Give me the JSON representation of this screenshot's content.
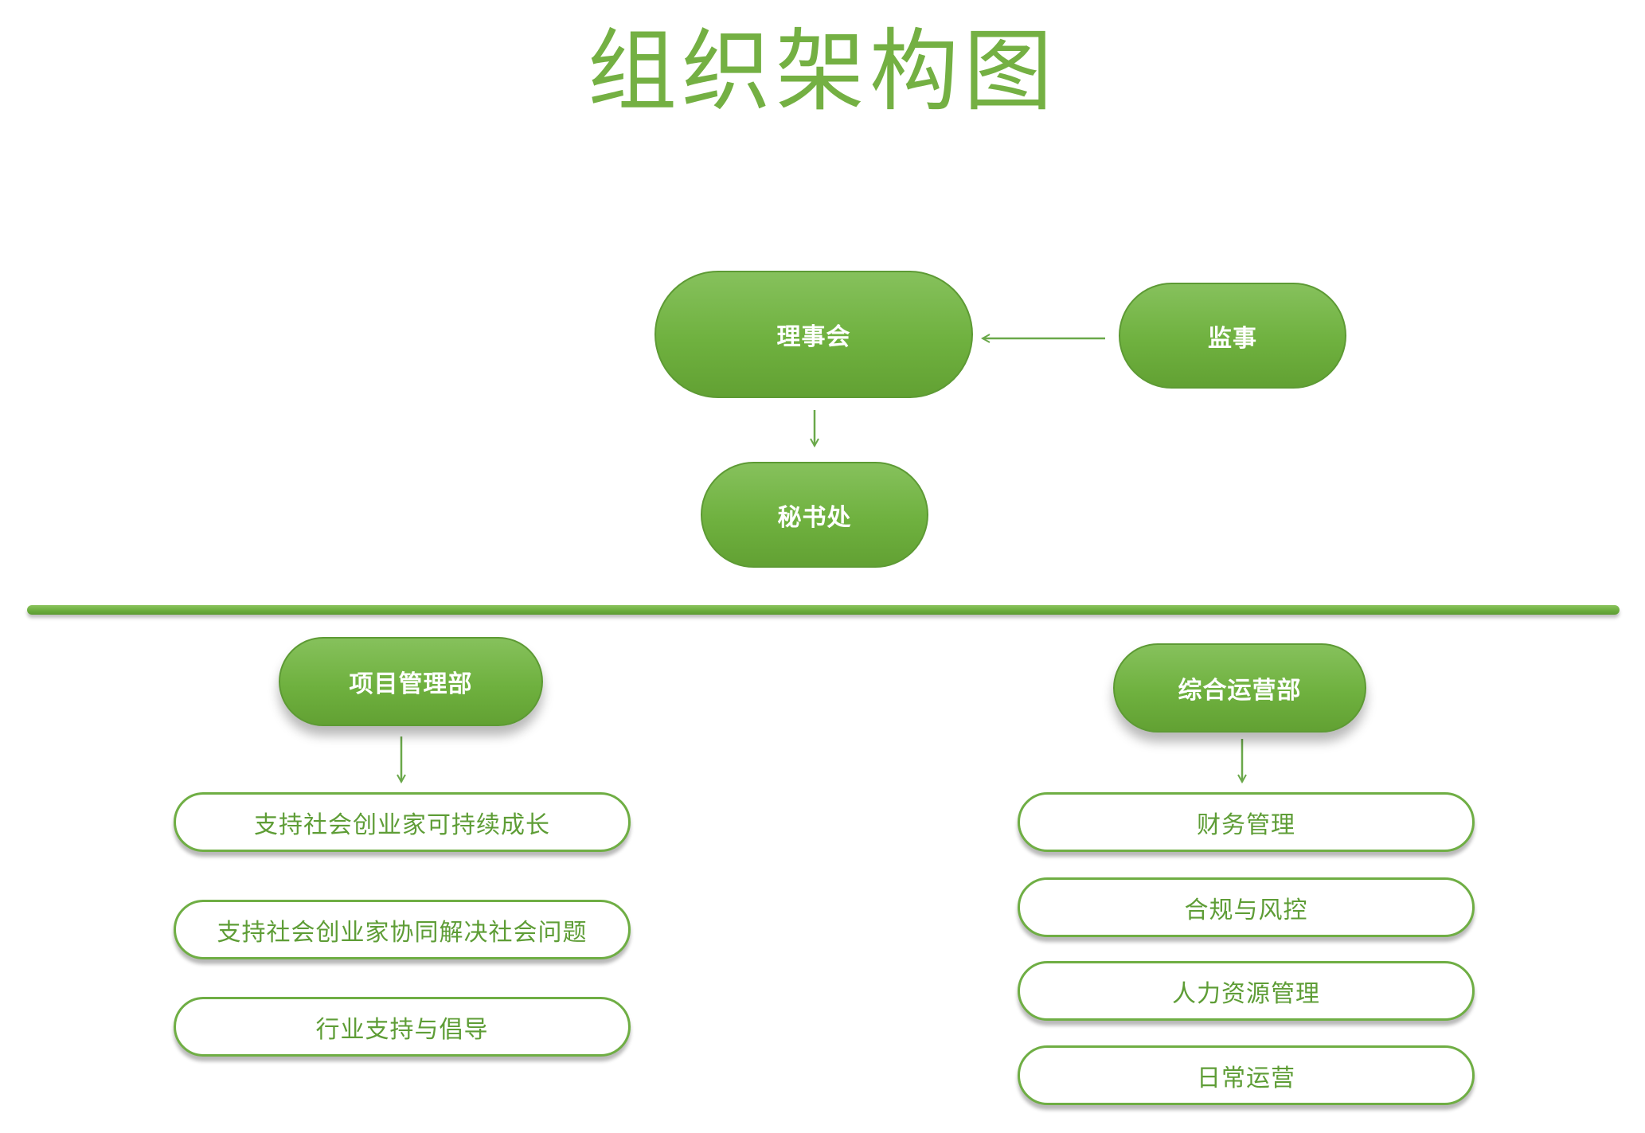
{
  "title": "组织架构图",
  "colors": {
    "accent": "#74b043",
    "node_fill": "#6fb13f",
    "node_border": "#5d9a34",
    "outline_text": "#5e9d36",
    "arrow": "#6aa84a"
  },
  "top_nodes": {
    "council": "理事会",
    "supervisor": "监事",
    "secretariat": "秘书处"
  },
  "departments": [
    {
      "name": "项目管理部",
      "items": [
        "支持社会创业家可持续成长",
        "支持社会创业家协同解决社会问题",
        "行业支持与倡导"
      ]
    },
    {
      "name": "综合运营部",
      "items": [
        "财务管理",
        "合规与风控",
        "人力资源管理",
        "日常运营"
      ]
    }
  ]
}
